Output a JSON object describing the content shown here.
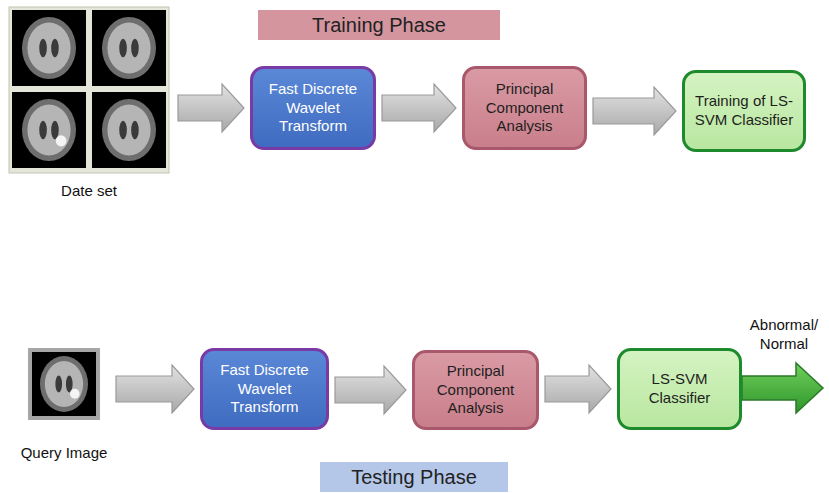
{
  "diagram": {
    "nodes": [
      {
        "text": [
          "Training Phase"
        ]
      },
      {
        "text": [
          "Date set"
        ]
      },
      {
        "text": [
          "Fast Discrete Wavelet Transform"
        ]
      },
      {
        "text": [
          "Principal Component Analysis"
        ]
      },
      {
        "text": [
          "Training of LS-SVM Classifier"
        ]
      },
      {
        "text": [
          "Query Image"
        ]
      },
      {
        "text": [
          "Fast Discrete Wavelet Transform"
        ]
      },
      {
        "text": [
          "Principal Component Analysis"
        ]
      },
      {
        "text": [
          "LS-SVM Classifier"
        ]
      },
      {
        "text": [
          "Testing Phase"
        ]
      }
    ],
    "edges": [
      {
        "from": 1,
        "to": 2,
        "arrow": "to"
      },
      {
        "from": 2,
        "to": 3,
        "arrow": "to"
      },
      {
        "from": 3,
        "to": 4,
        "arrow": "to"
      },
      {
        "from": 5,
        "to": 6,
        "arrow": "to"
      },
      {
        "from": 6,
        "to": 7,
        "arrow": "to"
      },
      {
        "from": 7,
        "to": 8,
        "arrow": "to"
      }
    ],
    "labels": [
      "Abnormal/ Normal"
    ]
  }
}
